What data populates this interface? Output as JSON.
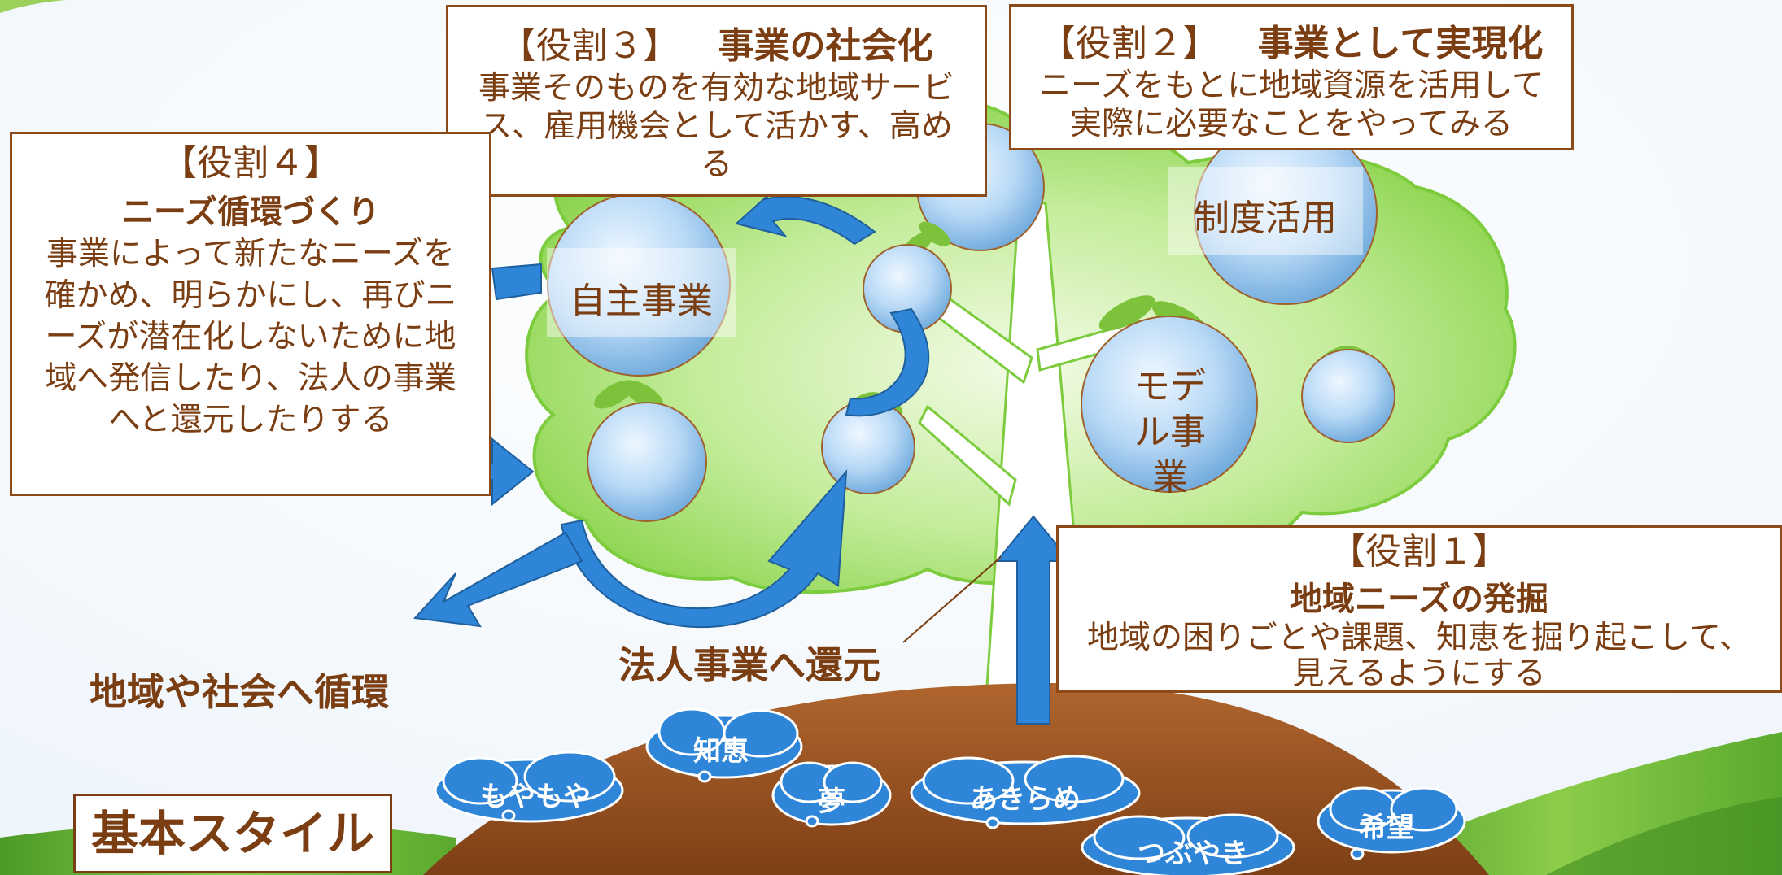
{
  "roles": {
    "role1": {
      "label": "【役割１】",
      "title": "地域ニーズの発掘",
      "body": "地域の困りごとや課題、知恵を掘り起こして、見えるようにする"
    },
    "role2": {
      "label": "【役割２】",
      "title": "事業として実現化",
      "body": "ニーズをもとに地域資源を活用して実際に必要なことをやってみる"
    },
    "role3": {
      "label": "【役割３】",
      "title": "事業の社会化",
      "body": "事業そのものを有効な地域サービス、雇用機会として活かす、高める"
    },
    "role4": {
      "label": "【役割４】",
      "title": "ニーズ循環づくり",
      "body": "事業によって新たなニーズを確かめ、明らかにし、再びニーズが潜在化しないために地域へ発信したり、法人の事業へと還元したりする"
    }
  },
  "fruits": {
    "self_business": "自主事業",
    "system_use": "制度活用",
    "model_business": "モデル事業"
  },
  "labels": {
    "return_to_business": "法人事業へ還元",
    "circulate_to_society": "地域や社会へ循環"
  },
  "clouds": {
    "moyamoya": "もやもや",
    "chie": "知恵",
    "yume": "夢",
    "akirame": "あきらめ",
    "tsubuyaki": "つぶやき",
    "kibou": "希望"
  },
  "style_label": "基本スタイル",
  "colors": {
    "text_brown": "#7a3e12",
    "border_brown": "#8b4a17",
    "arrow_blue": "#2f86d8",
    "leaf_green": "#8ad24a",
    "ground_brown": "#9c5426"
  }
}
